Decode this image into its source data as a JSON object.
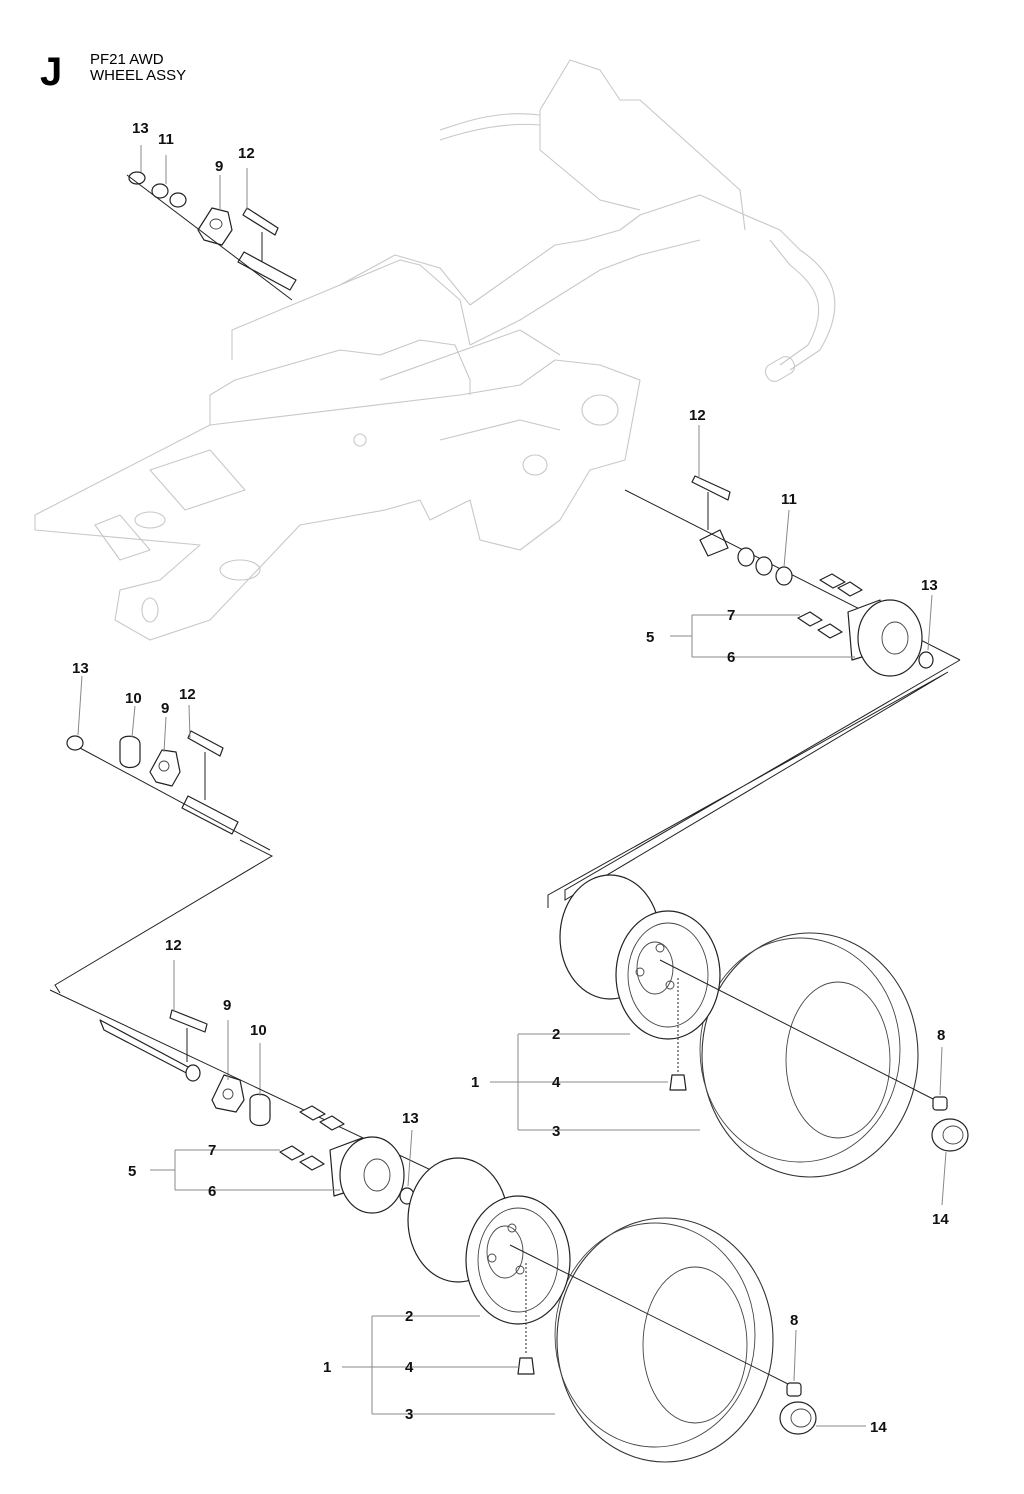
{
  "header": {
    "section_letter": "J",
    "title_line1": "PF21 AWD",
    "title_line2": "WHEEL ASSY"
  },
  "callouts": [
    {
      "text": "13"
    },
    {
      "text": "11"
    },
    {
      "text": "9"
    },
    {
      "text": "12"
    },
    {
      "text": "12"
    },
    {
      "text": "11"
    },
    {
      "text": "13"
    },
    {
      "text": "7"
    },
    {
      "text": "5"
    },
    {
      "text": "6"
    },
    {
      "text": "13"
    },
    {
      "text": "10"
    },
    {
      "text": "9"
    },
    {
      "text": "12"
    },
    {
      "text": "2"
    },
    {
      "text": "1"
    },
    {
      "text": "4"
    },
    {
      "text": "3"
    },
    {
      "text": "8"
    },
    {
      "text": "14"
    },
    {
      "text": "12"
    },
    {
      "text": "9"
    },
    {
      "text": "10"
    },
    {
      "text": "13"
    },
    {
      "text": "7"
    },
    {
      "text": "5"
    },
    {
      "text": "6"
    },
    {
      "text": "2"
    },
    {
      "text": "1"
    },
    {
      "text": "4"
    },
    {
      "text": "3"
    },
    {
      "text": "8"
    },
    {
      "text": "14"
    }
  ]
}
